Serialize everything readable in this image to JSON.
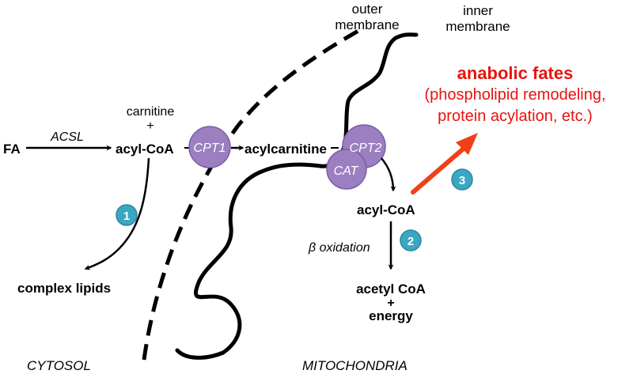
{
  "labels": {
    "outer_membrane_line1": "outer",
    "outer_membrane_line2": "membrane",
    "inner_membrane_line1": "inner",
    "inner_membrane_line2": "membrane",
    "carnitine": "carnitine",
    "plus_carnitine": "+",
    "fa": "FA",
    "acsl": "ACSL",
    "acyl_coa_cytosol": "acyl-CoA",
    "cpt1": "CPT1",
    "acylcarnitine": "acylcarnitine",
    "cpt2": "CPT2",
    "cat": "CAT",
    "acyl_coa_mito": "acyl-CoA",
    "complex_lipids": "complex lipids",
    "beta_oxidation": "β oxidation",
    "acetyl_coa": "acetyl CoA",
    "plus_energy": "+",
    "energy": "energy",
    "cytosol": "CYTOSOL",
    "mitochondria": "MITOCHONDRIA",
    "anabolic_title": "anabolic fates",
    "anabolic_line2": "(phospholipid remodeling,",
    "anabolic_line3": "protein acylation, etc.)"
  },
  "badges": [
    "1",
    "2",
    "3"
  ],
  "colors": {
    "enzyme_fill": "#9b7fc0",
    "enzyme_stroke": "#7a5ea3",
    "badge_fill": "#3aa7c4",
    "anabolic_red": "#e8130f",
    "arrow_red": "#f0401a",
    "ink": "#000000"
  }
}
